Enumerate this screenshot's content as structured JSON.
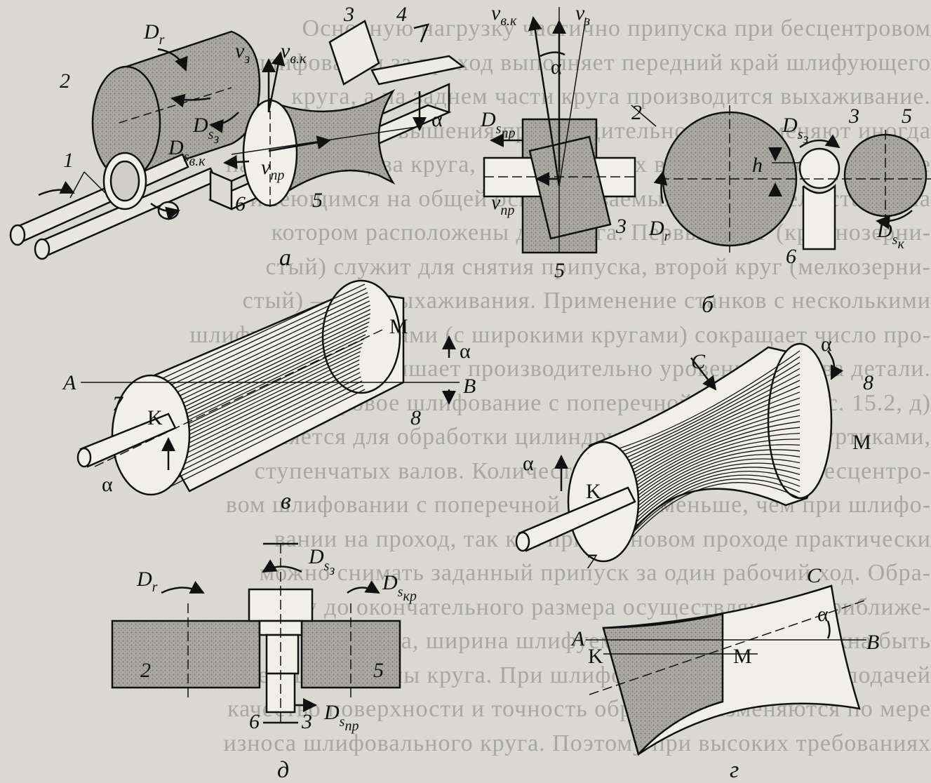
{
  "background_text": [
    "Основную нагрузку частично припуска при бесцентровом",
    "шлифовании за проход выполняет передний край шлифующего",
    "круга, а на заднем части круга производится выхаживание.",
    "Для повышения производительности применяют иногда",
    "параллельно два круга, установленных вместо одного по ширине",
    "имеющимся на общей оси, называемых на шпинделе станка на",
    "котором расположены два круга. Первый круг (крупнозерни-",
    "стый) служит для снятия припуска, второй круг (мелкозерни-",
    "стый) — для выхаживания. Применение станков с несколькими",
    "шлифующими кругами (с широкими кругами) сокращает число про-",
    "ходов и повышает производительно уровень качества детали.",
    "Бесцентровое шлифование с поперечной подачей (рис. 15.2, д)",
    "применяется для обработки цилиндрических деталей с буртиками,",
    "ступенчатых валов. Количество рабочих ходов при бесцентро-",
    "вом шлифовании с поперечной подачей меньше, чем при шлифо-",
    "вании на проход, так как при черновом проходе практически",
    "можно снимать заданный припуск за один рабочий ход. Обра-",
    "ботку до окончательного размера осуществляют на приближе-",
    "ния круга, ширина шлифуемой поверхности должна быть",
    "меньше ширины круга. При шлифовании с поперечной подачей",
    "качество поверхности и точность обработки изменяются по мере",
    "износа шлифовального круга. Поэтому при высоких требованиях"
  ],
  "labels": {
    "one": "1",
    "two": "2",
    "three": "3",
    "four": "4",
    "five": "5",
    "six": "6",
    "seven": "7",
    "eight": "8",
    "K": "K",
    "M": "M",
    "A": "A",
    "B": "B",
    "C": "C",
    "h": "h",
    "alpha": "α",
    "D": "D",
    "v": "v",
    "r": "r",
    "sub_s": "s",
    "sub_z": "з",
    "sub_vk": "в.к",
    "sub_pr": "пр",
    "sub_k": "к",
    "sub_kr": "кр"
  },
  "captions": {
    "a": "а",
    "b": "б",
    "v": "в",
    "g": "г",
    "d": "д"
  },
  "colors": {
    "page": "#d9d8d3",
    "ink": "#111111",
    "wheel_fill": "#9a9994",
    "ghost_text": "#a8a7a2"
  }
}
